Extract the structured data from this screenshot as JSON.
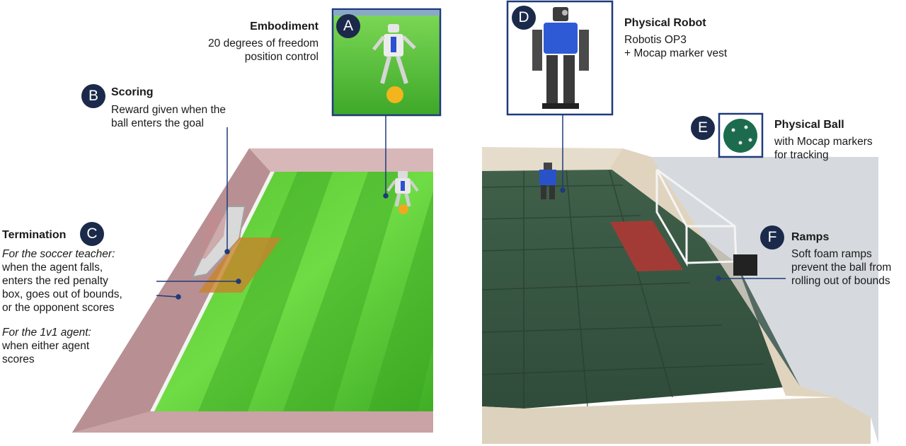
{
  "callouts": {
    "A": {
      "badge": "A",
      "title": "Embodiment",
      "lines": [
        "20 degrees of freedom",
        "position control"
      ]
    },
    "B": {
      "badge": "B",
      "title": "Scoring",
      "lines": [
        "Reward given when the",
        "ball enters the goal"
      ]
    },
    "C": {
      "badge": "C",
      "title": "Termination",
      "teacher_heading": "For the soccer teacher:",
      "teacher_lines": [
        "when the agent falls,",
        "enters the red penalty",
        "box, goes out of bounds,",
        "or the opponent scores"
      ],
      "agent_heading": "For the 1v1 agent:",
      "agent_lines": [
        "when either agent",
        "scores"
      ]
    },
    "D": {
      "badge": "D",
      "title": "Physical Robot",
      "lines": [
        "Robotis OP3",
        "+ Mocap marker vest"
      ]
    },
    "E": {
      "badge": "E",
      "title": "Physical Ball",
      "lines": [
        "with Mocap markers",
        "for tracking"
      ]
    },
    "F": {
      "badge": "F",
      "title": "Ramps",
      "lines": [
        "Soft foam ramps",
        "prevent the ball from",
        "rolling out of bounds"
      ]
    }
  },
  "colors": {
    "badge": "#1b2a4a",
    "frame": "#1f3a7a",
    "sim_grass_light": "#5fd03a",
    "sim_grass_dark": "#3fae25",
    "sim_wall": "#c9a3a6",
    "penalty_box": "#c8832a",
    "real_floor": "#3a5a44",
    "real_penalty": "#a23b36",
    "ramp": "#e6dccb",
    "ball_sim": "#f2a81e",
    "ball_real": "#1d6b4f"
  }
}
